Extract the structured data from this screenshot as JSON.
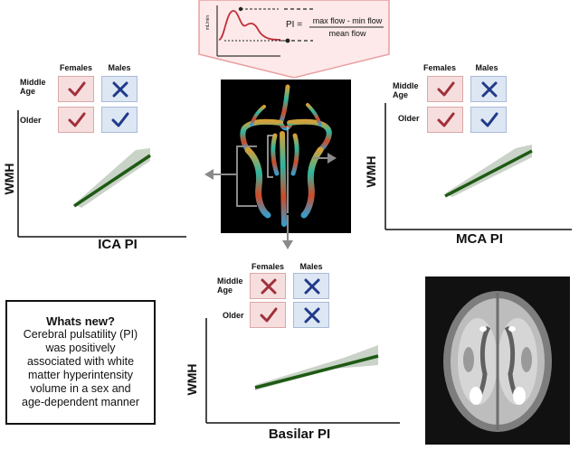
{
  "formula": {
    "ylabel": "mL/min",
    "lhs": "PI =",
    "numerator": "max flow - min flow",
    "denominator": "mean flow",
    "panel_bg": "#fde9e9",
    "panel_border": "#e8a0a0"
  },
  "legend_headers": {
    "females": "Females",
    "males": "Males"
  },
  "row_labels": {
    "middle_age_line1": "Middle",
    "middle_age_line2": "Age",
    "older": "Older"
  },
  "icons": {
    "check": "check-icon",
    "cross": "cross-icon"
  },
  "colors": {
    "female_mark": "#a0303a",
    "male_mark": "#1f3a8a",
    "line": "#1e5a14",
    "band": "#c9d3c7",
    "arrow": "#8a8a8a"
  },
  "panels": {
    "ica": {
      "xlabel": "ICA PI",
      "ylabel": "WMH",
      "grid": {
        "middle_female": "check",
        "middle_male": "cross",
        "older_female": "check",
        "older_male": "check"
      }
    },
    "mca": {
      "xlabel": "MCA PI",
      "ylabel": "WMH",
      "grid": {
        "middle_female": "check",
        "middle_male": "cross",
        "older_female": "check",
        "older_male": "check"
      }
    },
    "basilar": {
      "xlabel": "Basilar PI",
      "ylabel": "WMH",
      "grid": {
        "middle_female": "cross",
        "middle_male": "cross",
        "older_female": "check",
        "older_male": "cross"
      }
    }
  },
  "whats_new": {
    "title": "Whats new?",
    "lines": [
      "Cerebral pulsatility (PI)",
      "was positively",
      "associated with white",
      "matter hyperintensity",
      "volume in a sex and",
      "age-dependent manner"
    ]
  }
}
